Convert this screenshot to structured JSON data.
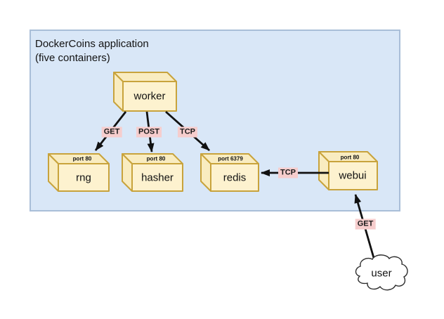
{
  "diagram": {
    "title_line1": "DockerCoins application",
    "title_line2": "(five containers)",
    "nodes": [
      {
        "id": "worker",
        "label": "worker",
        "port": ""
      },
      {
        "id": "rng",
        "label": "rng",
        "port": "port 80"
      },
      {
        "id": "hasher",
        "label": "hasher",
        "port": "port 80"
      },
      {
        "id": "redis",
        "label": "redis",
        "port": "port 6379"
      },
      {
        "id": "webui",
        "label": "webui",
        "port": "port 80"
      }
    ],
    "external": {
      "id": "user",
      "label": "user"
    },
    "edges": [
      {
        "from": "worker",
        "to": "rng",
        "label": "GET"
      },
      {
        "from": "worker",
        "to": "hasher",
        "label": "POST"
      },
      {
        "from": "worker",
        "to": "redis",
        "label": "TCP"
      },
      {
        "from": "webui",
        "to": "redis",
        "label": "TCP"
      },
      {
        "from": "user",
        "to": "webui",
        "label": "GET"
      }
    ],
    "colors": {
      "container_bg": "#d9e7f7",
      "container_border": "#a9bed8",
      "node_fill": "#fdf2cf",
      "node_side_fill": "#f9ecc0",
      "node_border": "#c8a33c",
      "edge_label_bg": "#f6cdcd",
      "arrow": "#111111",
      "cloud_fill": "#ffffff",
      "cloud_border": "#2e2e2e"
    }
  }
}
